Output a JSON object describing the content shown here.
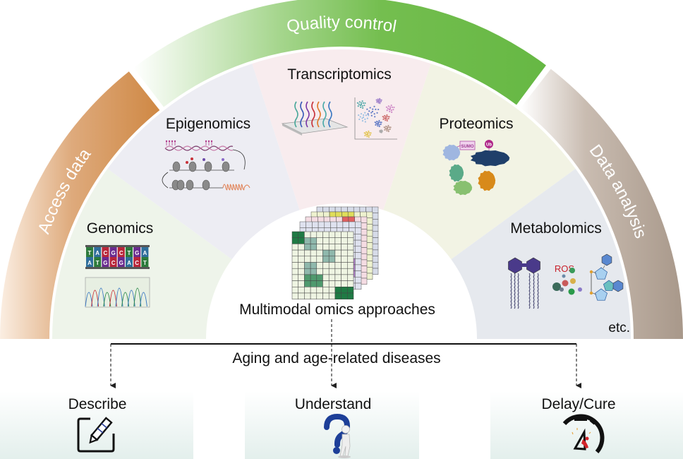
{
  "bands": {
    "access": {
      "label": "Access data",
      "color": "#d18a4a"
    },
    "quality": {
      "label": "Quality control",
      "color": "#6cbb47"
    },
    "analysis": {
      "label": "Data analysis",
      "color": "#ad9b8c"
    }
  },
  "omics": [
    {
      "key": "genomics",
      "label": "Genomics",
      "color": "#eef4ea"
    },
    {
      "key": "epigenomics",
      "label": "Epigenomics",
      "color": "#ededf3"
    },
    {
      "key": "transcriptomics",
      "label": "Transcriptomics",
      "color": "#f8ecee"
    },
    {
      "key": "proteomics",
      "label": "Proteomics",
      "color": "#f2f3e4"
    },
    {
      "key": "metabolomics",
      "label": "Metabolomics",
      "color": "#e6e9ee"
    }
  ],
  "genomics_bases_top": [
    "T",
    "A",
    "C",
    "G",
    "C",
    "T",
    "G",
    "A"
  ],
  "genomics_bases_bottom": [
    "A",
    "T",
    "G",
    "C",
    "G",
    "A",
    "C",
    "T"
  ],
  "proteomics_tags": {
    "sumo": "SUMO",
    "ub": "Ub"
  },
  "metabolomics_ros": "ROS",
  "etc_label": "etc.",
  "center": {
    "label": "Multimodal omics approaches"
  },
  "aging": {
    "label": "Aging and age-related diseases"
  },
  "outcomes": [
    {
      "key": "describe",
      "label": "Describe",
      "icon": "edit-pencil-icon"
    },
    {
      "key": "understand",
      "label": "Understand",
      "icon": "question-figure-icon"
    },
    {
      "key": "delay",
      "label": "Delay/Cure",
      "icon": "stopwatch-icon"
    }
  ]
}
